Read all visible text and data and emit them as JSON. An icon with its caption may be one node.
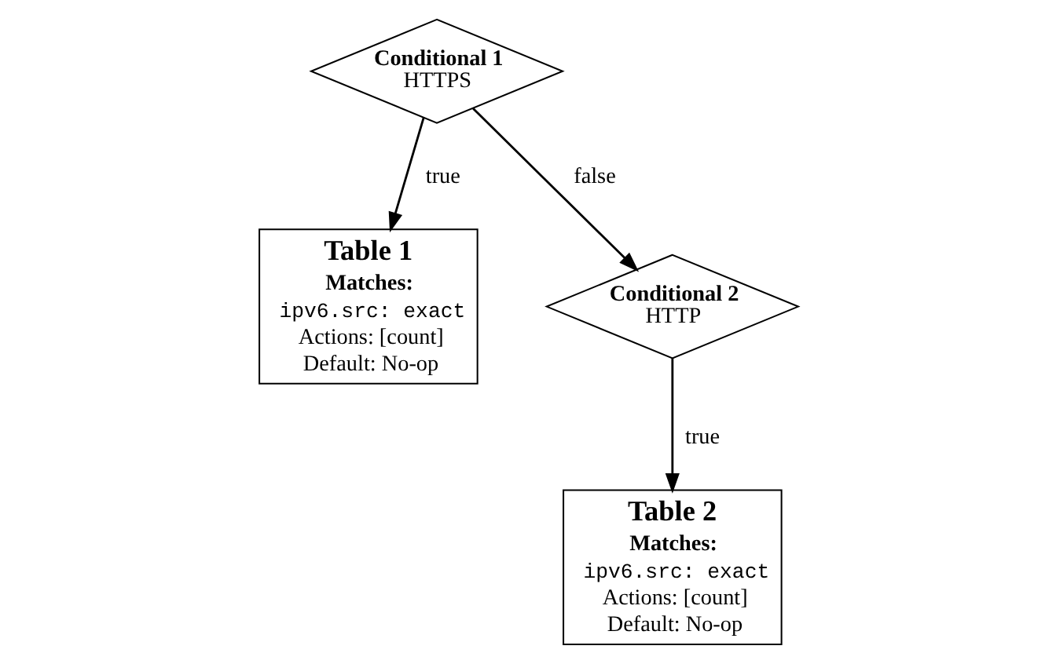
{
  "diagram": {
    "nodes": [
      {
        "text": [
          "Conditional 1",
          "HTTPS"
        ]
      },
      {
        "text": [
          "Table 1",
          "Matches:",
          "ipv6.src: exact",
          "Actions: [count]",
          "Default: No-op"
        ]
      },
      {
        "text": [
          "Conditional 2",
          "HTTP"
        ]
      },
      {
        "text": [
          "Table 2",
          "Matches:",
          "ipv6.src: exact",
          "Actions: [count]",
          "Default: No-op"
        ]
      }
    ],
    "edges": [
      {
        "from": 0,
        "to": 1,
        "arrow": "to",
        "label": "true"
      },
      {
        "from": 0,
        "to": 2,
        "arrow": "to",
        "label": "false"
      },
      {
        "from": 2,
        "to": 3,
        "arrow": "to",
        "label": "true"
      }
    ]
  }
}
